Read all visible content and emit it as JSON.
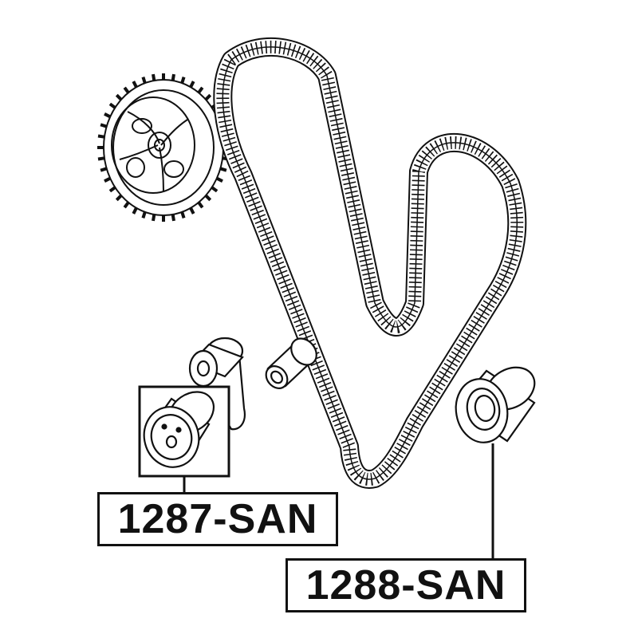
{
  "parts": [
    {
      "id": "1287",
      "part_number": "1287-SAN"
    },
    {
      "id": "1288",
      "part_number": "1288-SAN"
    }
  ],
  "colors": {
    "line": "#111111",
    "background": "#ffffff"
  }
}
